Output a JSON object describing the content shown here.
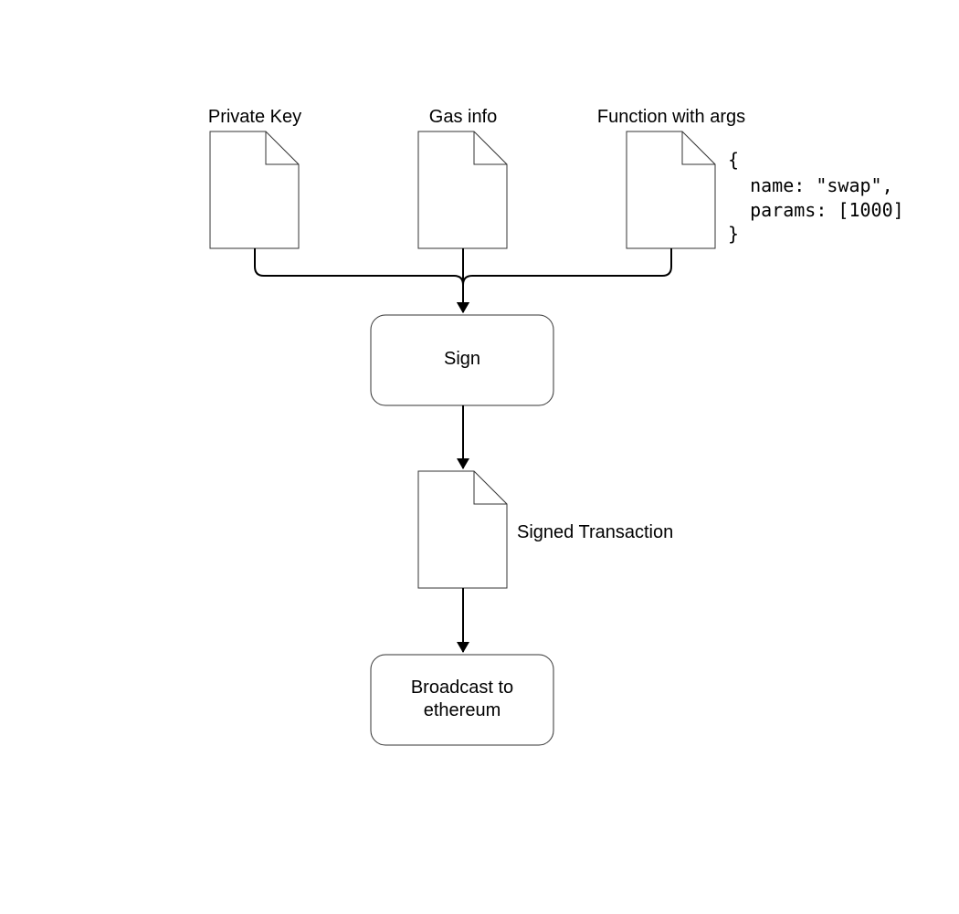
{
  "inputs": {
    "private_key": "Private Key",
    "gas_info": "Gas info",
    "function_with_args": "Function with args"
  },
  "code_snippet": {
    "open": "{",
    "line1": "  name: \"swap\",",
    "line2": "  params: [1000]",
    "close": "}"
  },
  "steps": {
    "sign": "Sign",
    "signed_transaction": "Signed Transaction",
    "broadcast_line1": "Broadcast to",
    "broadcast_line2": "ethereum"
  },
  "colors": {
    "stroke": "#000000",
    "doc_stroke": "#333333",
    "background": "#ffffff"
  }
}
